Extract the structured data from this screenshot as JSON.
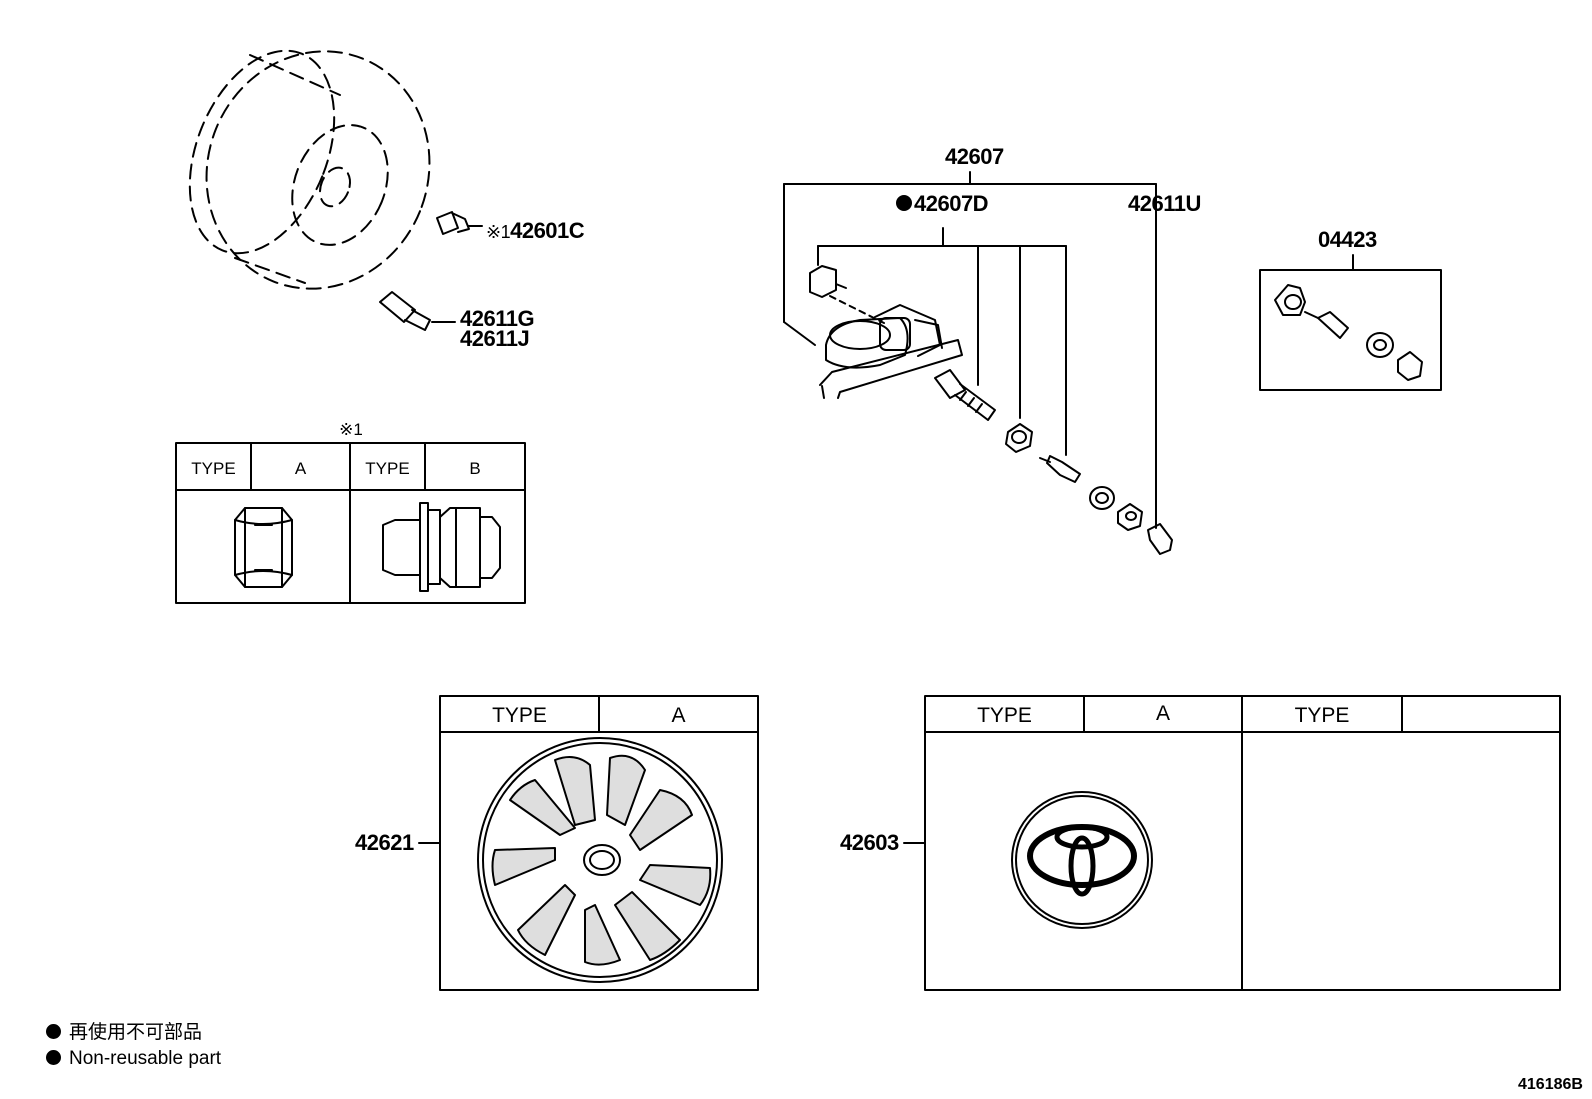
{
  "colors": {
    "ink": "#000000",
    "paper": "#ffffff",
    "shade": "#7a7a7a"
  },
  "parts": {
    "p42607": "42607",
    "p42607d": "42607D",
    "p42611u": "42611U",
    "p04423": "04423",
    "p42601c": "42601C",
    "p42601c_mark": "※1",
    "p42611g": "42611G",
    "p42611j": "42611J",
    "p42621": "42621",
    "p42603": "42603"
  },
  "nut_table": {
    "note_mark": "※1",
    "type_label": "TYPE",
    "type_a": "A",
    "type_b": "B"
  },
  "wheelcap_table": {
    "type_label": "TYPE",
    "type_a": "A"
  },
  "ornament_table": {
    "type_label": "TYPE",
    "type_a": "A",
    "type_label_2": "TYPE",
    "type_value_2": ""
  },
  "legend": {
    "line1": "再使用不可部品",
    "line2": "Non-reusable part"
  },
  "figure_ref": "416186B"
}
